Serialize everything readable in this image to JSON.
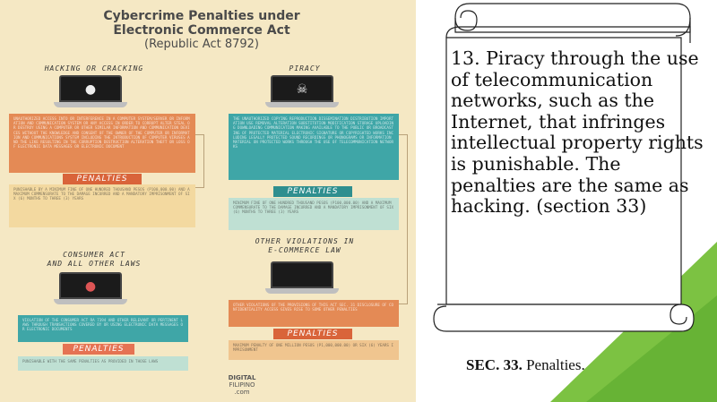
{
  "infographic": {
    "title_line1": "Cybercrime Penalties under",
    "title_line2": "Electronic Commerce Act",
    "subtitle": "(Republic Act 8792)",
    "sections": {
      "hacking": {
        "heading": "HACKING OR CRACKING",
        "penalties_label": "PENALTIES"
      },
      "piracy": {
        "heading": "PIRACY",
        "penalties_label": "PENALTIES"
      },
      "consumer": {
        "heading_line1": "CONSUMER ACT",
        "heading_line2": "AND ALL OTHER LAWS",
        "penalties_label": "PENALTIES"
      },
      "other": {
        "heading_line1": "OTHER VIOLATIONS IN",
        "heading_line2": "E-COMMERCE LAW",
        "penalties_label": "PENALTIES"
      }
    },
    "logo_line1": "DIGITAL",
    "logo_line2": "FILIPINO",
    "logo_line3": ".com"
  },
  "slide": {
    "scroll_text": "13. Piracy through the use of telecommunication networks, such as the Internet, that infringes intellectual property rights is punishable. The penalties are the same as hacking. (section 33)",
    "sec_bold": "SEC. 33.",
    "sec_rest": " Penalties."
  },
  "colors": {
    "green_accent": "#7cc242",
    "infographic_bg": "#f5e8c4",
    "orange": "#e48a55",
    "teal": "#3fa6a7"
  }
}
